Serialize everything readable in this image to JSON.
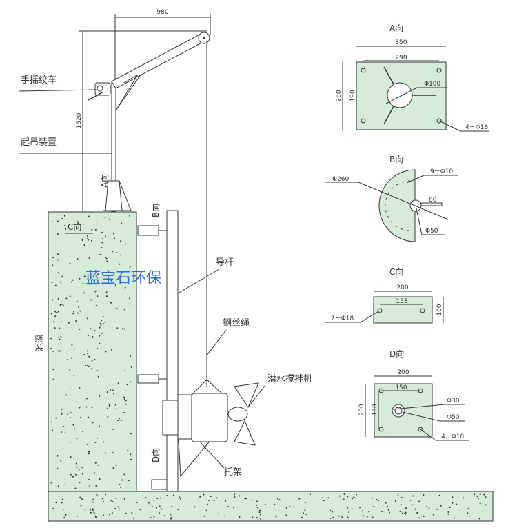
{
  "colors": {
    "concrete": "#d6ecd9",
    "logo": "#2a6fd6",
    "line": "#333333"
  },
  "main": {
    "dim_980": "980",
    "dim_1620": "1620",
    "winch": "手摇绞车",
    "lifting_device": "起吊装置",
    "view_a_marker": "A向",
    "view_b_marker": "B向",
    "view_c_marker": "C向",
    "view_d_marker": "D向",
    "guide_rod": "导杆",
    "wire_rope": "钢丝绳",
    "mixer": "潜水搅拌机",
    "bracket": "托架",
    "pool_depth": "池深",
    "logo": "蓝宝石环保"
  },
  "view_a": {
    "title": "A向",
    "w_outer": "350",
    "w_inner": "290",
    "h_outer": "250",
    "h_inner": "190",
    "center_hole": "Φ100",
    "bolts": "4－Φ18"
  },
  "view_b": {
    "title": "B向",
    "radius": "Φ260",
    "holes": "9－Φ10",
    "offset": "80",
    "center_hole": "Φ50"
  },
  "view_c": {
    "title": "C向",
    "w_outer": "200",
    "w_inner": "158",
    "height": "100",
    "bolts": "2－Φ18"
  },
  "view_d": {
    "title": "D向",
    "w_outer": "200",
    "w_inner": "150",
    "h_outer": "200",
    "h_inner": "150",
    "hole_inner": "Φ30",
    "hole_outer": "Φ50",
    "bolts": "4－Φ18"
  }
}
